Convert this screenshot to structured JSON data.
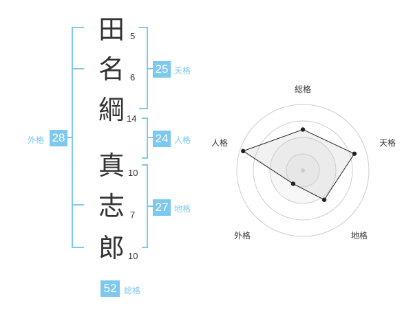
{
  "name": {
    "characters": [
      {
        "char": "田",
        "strokes": "5"
      },
      {
        "char": "名",
        "strokes": "6"
      },
      {
        "char": "綱",
        "strokes": "14"
      },
      {
        "char": "真",
        "strokes": "10"
      },
      {
        "char": "志",
        "strokes": "7"
      },
      {
        "char": "郎",
        "strokes": "10"
      }
    ]
  },
  "fortune": {
    "tenkaku": {
      "value": "25",
      "label": "天格"
    },
    "jinkaku": {
      "value": "24",
      "label": "人格"
    },
    "chikaku": {
      "value": "27",
      "label": "地格"
    },
    "gaikaku": {
      "value": "28",
      "label": "外格"
    },
    "soukaku": {
      "value": "52",
      "label": "総格"
    }
  },
  "radar": {
    "axes": [
      "総格",
      "天格",
      "地格",
      "外格",
      "人格"
    ],
    "values": [
      0.62,
      0.82,
      0.55,
      0.25,
      0.95
    ],
    "colors": {
      "fill": "#eeeeee",
      "ring": "#cccccc",
      "line": "#222222",
      "center": "#cccccc"
    }
  },
  "colors": {
    "accent": "#7cc8ef",
    "bracket": "#7cc8ef"
  }
}
